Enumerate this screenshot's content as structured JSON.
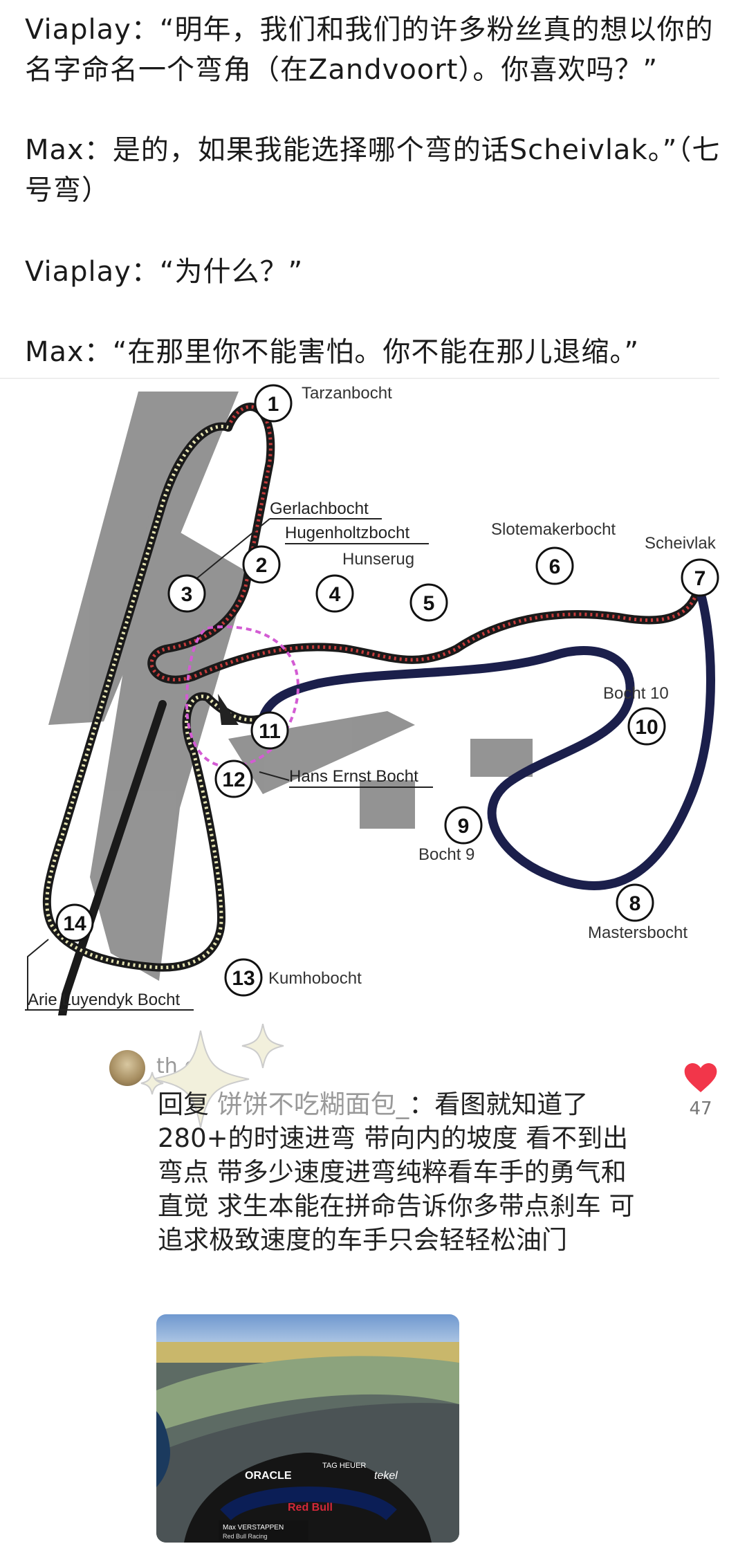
{
  "dialogue": [
    {
      "text": "Viaplay：“明年，我们和我们的许多粉丝真的想以你的名字命名一个弯角（在Zandvoort）。你喜欢吗？”"
    },
    {
      "text": "Max：是的，如果我能选择哪个弯的话Scheivlak。”（七号弯）"
    },
    {
      "text": "Viaplay：“为什么？”"
    },
    {
      "text": "Max：“在那里你不能害怕。你不能在那儿退缩。”"
    }
  ],
  "map": {
    "corners": [
      {
        "num": "1",
        "name": "Tarzanbocht"
      },
      {
        "num": "2",
        "name": "Hugenholtzbocht"
      },
      {
        "num": "3",
        "name": "Gerlachbocht"
      },
      {
        "num": "4",
        "name": "Hunserug"
      },
      {
        "num": "5",
        "name": ""
      },
      {
        "num": "6",
        "name": "Slotemakerbocht"
      },
      {
        "num": "7",
        "name": "Scheivlak"
      },
      {
        "num": "8",
        "name": "Mastersbocht"
      },
      {
        "num": "9",
        "name": "Bocht 9"
      },
      {
        "num": "10",
        "name": "Bocht 10"
      },
      {
        "num": "11",
        "name": ""
      },
      {
        "num": "12",
        "name": "Hans Ernst Bocht"
      },
      {
        "num": "13",
        "name": "Kumhobocht"
      },
      {
        "num": "14",
        "name": "Arie Luyendyk Bocht"
      }
    ]
  },
  "comment": {
    "username": "th      o",
    "reply_prefix": "回复 ",
    "reply_to": "饼饼不吃糊面包_",
    "reply_sep": "：",
    "text": "看图就知道了280+的时速进弯 带向内的坡度 看不到出弯点 带多少速度进弯纯粹看车手的勇气和直觉 求生本能在拼命告诉你多带点刹车 可追求极致速度的车手只会轻轻松油门",
    "likes": "47",
    "colors": {
      "heart": "#f2364a"
    }
  },
  "video": {
    "overlay_texts": [
      "ORACLE",
      "Red Bull",
      "TAG HEUER",
      "tekel",
      "Max VERSTAPPEN",
      "Red Bull Racing"
    ]
  }
}
